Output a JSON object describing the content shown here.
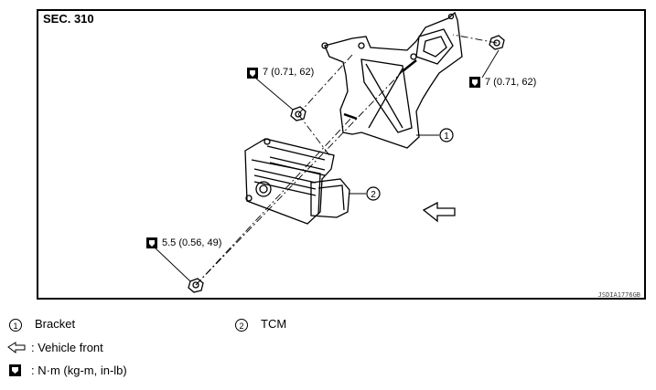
{
  "section": "SEC. 310",
  "image_code": "JSDIA1776GB",
  "callouts": [
    {
      "id": "1",
      "label": "1"
    },
    {
      "id": "2",
      "label": "2"
    }
  ],
  "torque_labels": [
    {
      "id": "upper-left",
      "text": "7 (0.71, 62)"
    },
    {
      "id": "upper-right",
      "text": "7 (0.71, 62)"
    },
    {
      "id": "lower-left",
      "text": "5.5 (0.56, 49)"
    }
  ],
  "legend": {
    "item1": {
      "num": "1",
      "text": "Bracket"
    },
    "item2": {
      "num": "2",
      "text": "TCM"
    },
    "front": {
      "text": ": Vehicle front"
    },
    "torque": {
      "text": ": N·m (kg-m, in-lb)"
    }
  },
  "icons": {
    "torque": "torque-wrench-icon",
    "front": "front-arrow-icon"
  }
}
